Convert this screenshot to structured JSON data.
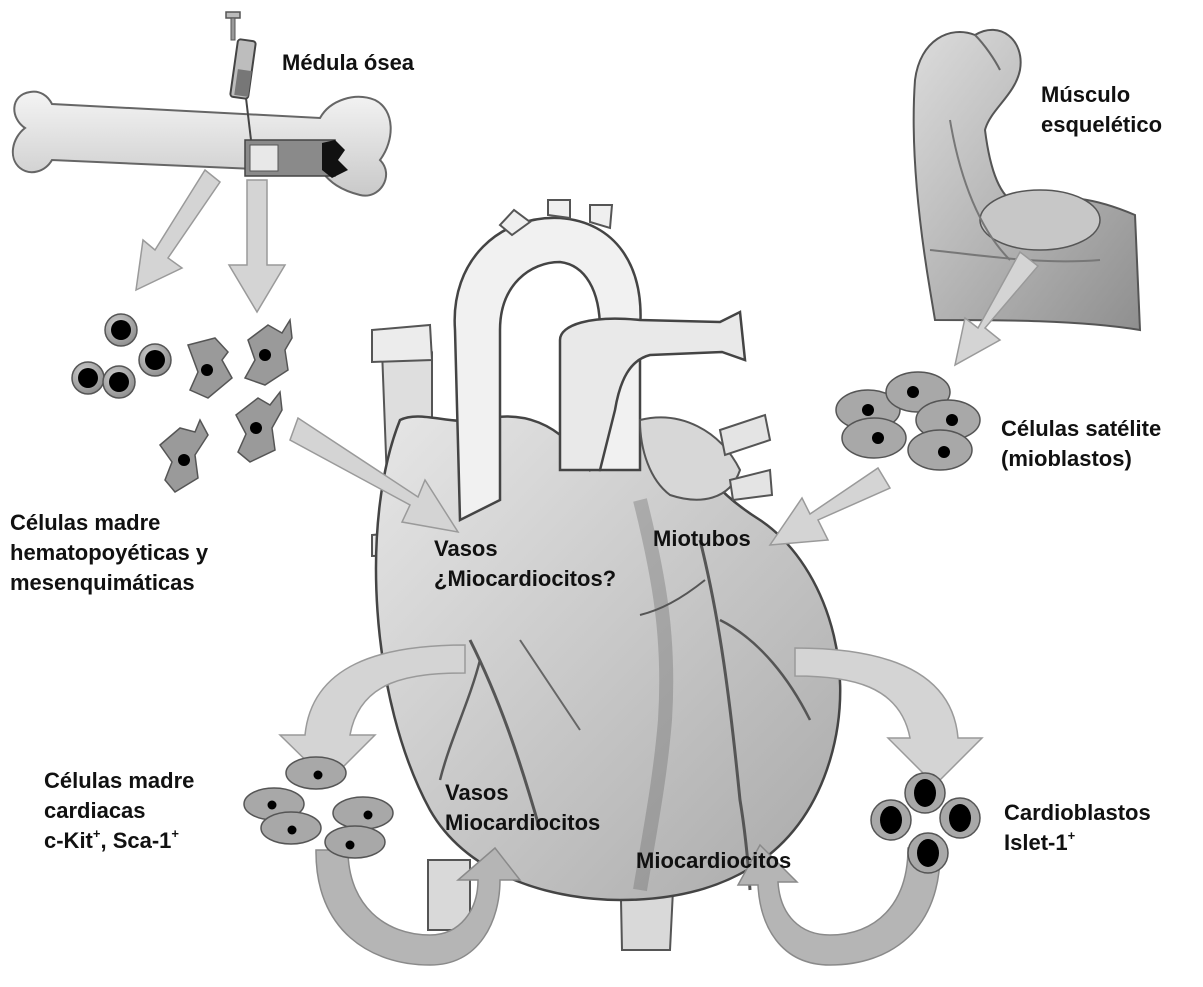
{
  "labels": {
    "bone_marrow": "Médula ósea",
    "skeletal_muscle": [
      "Músculo",
      "esquelético"
    ],
    "hsc": [
      "Células madre",
      "hematopoyéticas y",
      "mesenquimáticas"
    ],
    "satellite": [
      "Células satélite",
      "(mioblastos)"
    ],
    "vasos_top": [
      "Vasos",
      "¿Miocardiocitos?"
    ],
    "miotubos": "Miotubos",
    "cardiac_stem": {
      "line1": "Células madre",
      "line2": "cardiacas",
      "line3_a": "c-Kit",
      "sup_a": "+",
      "line3_b": ", Sca-1",
      "sup_b": "+"
    },
    "vasos_bottom": [
      "Vasos",
      "Miocardiocitos"
    ],
    "miocardiocitos": "Miocardiocitos",
    "cardioblastos": {
      "line1": "Cardioblastos",
      "line2": "Islet-1",
      "sup": "+"
    }
  },
  "colors": {
    "arrow_fill": "#d4d4d4",
    "arrow_stroke": "#9a9a9a",
    "curved_arrow_fill": "#bdbdbd",
    "cell_fill": "#a8a8a8",
    "nucleus": "#000000",
    "heart_fill": "#cfcfcf",
    "heart_stroke": "#555555",
    "text": "#111111"
  }
}
